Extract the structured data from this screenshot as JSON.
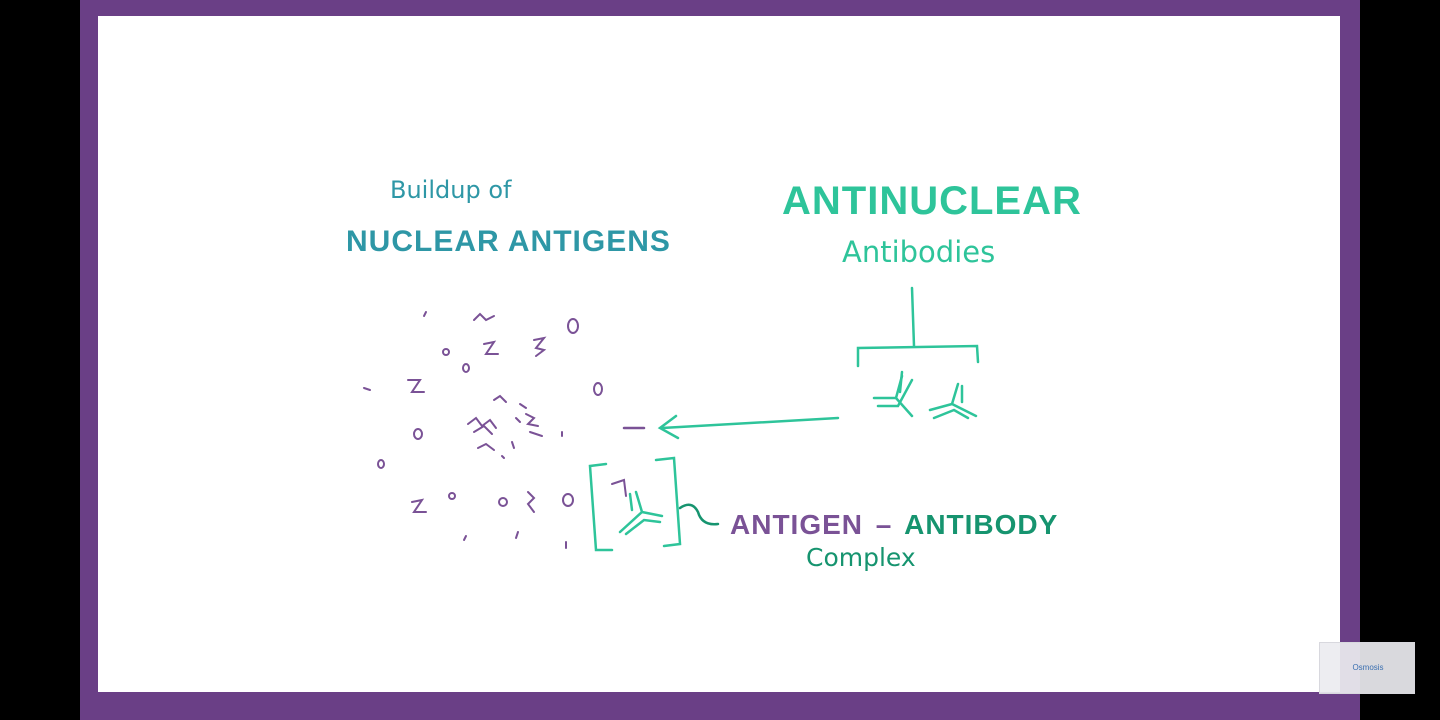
{
  "colors": {
    "frame": "#6a3f86",
    "board": "#ffffff",
    "teal": "#2e97a6",
    "green": "#2ec49a",
    "dark_green": "#16946f",
    "purple": "#7a5296",
    "brand": "#3a6fb0"
  },
  "labels": {
    "buildup_of": "Buildup of",
    "nuclear_antigens": "NUCLEAR ANTIGENS",
    "antinuclear": "ANTINUCLEAR",
    "antibodies": "Antibodies",
    "antigen": "ANTIGEN",
    "dash": "–",
    "antibody": "ANTIBODY",
    "complex": "Complex"
  },
  "watermark": {
    "logo_text": "Osmosis"
  },
  "icons": [
    "antibody-y-icon",
    "arrow-left-icon",
    "bracket-icon",
    "antigen-fragment-icon"
  ]
}
